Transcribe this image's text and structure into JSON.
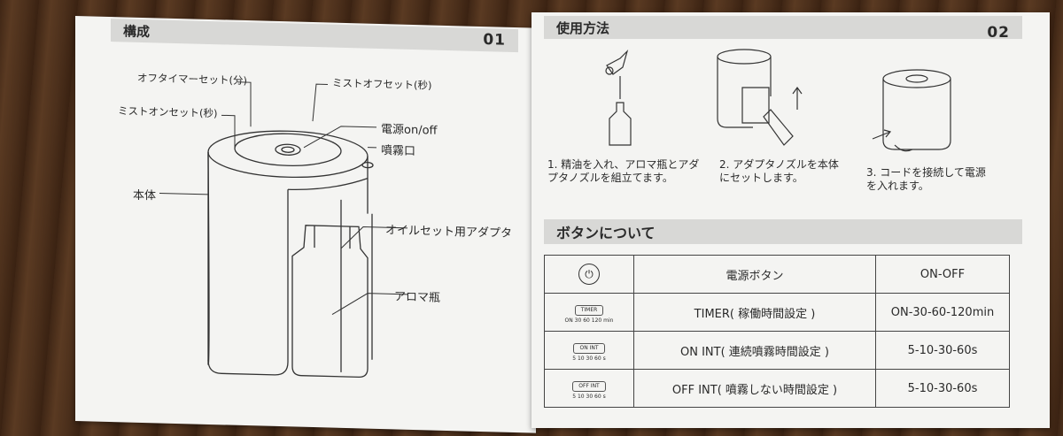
{
  "left_page": {
    "section_title": "構成",
    "page_number": "01",
    "labels": {
      "off_timer": "オフタイマーセット(分)",
      "mist_on": "ミストオンセット(秒)",
      "mist_off": "ミストオフセット(秒)",
      "power": "電源on/off",
      "nozzle": "噴霧口",
      "body": "本体",
      "oil_adapter": "オイルセット用アダプタ",
      "aroma_bottle": "アロマ瓶"
    }
  },
  "right_page": {
    "section_title": "使用方法",
    "page_number": "02",
    "steps": [
      {
        "text": "1. 精油を入れ、アロマ瓶とアダプタノズルを組立てます。"
      },
      {
        "text": "2. アダプタノズルを本体にセットします。"
      },
      {
        "text": "3. コードを接続して電源を入れます。"
      }
    ],
    "buttons_title": "ボタンについて",
    "table": [
      {
        "icon": "power-icon",
        "name": "電源ボタン",
        "values": "ON-OFF"
      },
      {
        "icon_label": "TIMER",
        "scale": "ON 30 60 120 min",
        "name": "TIMER( 稼働時間設定 )",
        "values": "ON-30-60-120min"
      },
      {
        "icon_label": "ON INT",
        "scale": "5 10 30 60 s",
        "name": "ON INT( 連続噴霧時間設定 )",
        "values": "5-10-30-60s"
      },
      {
        "icon_label": "OFF INT",
        "scale": "5 10 30 60 s",
        "name": "OFF INT( 噴霧しない時間設定 )",
        "values": "5-10-30-60s"
      }
    ]
  }
}
